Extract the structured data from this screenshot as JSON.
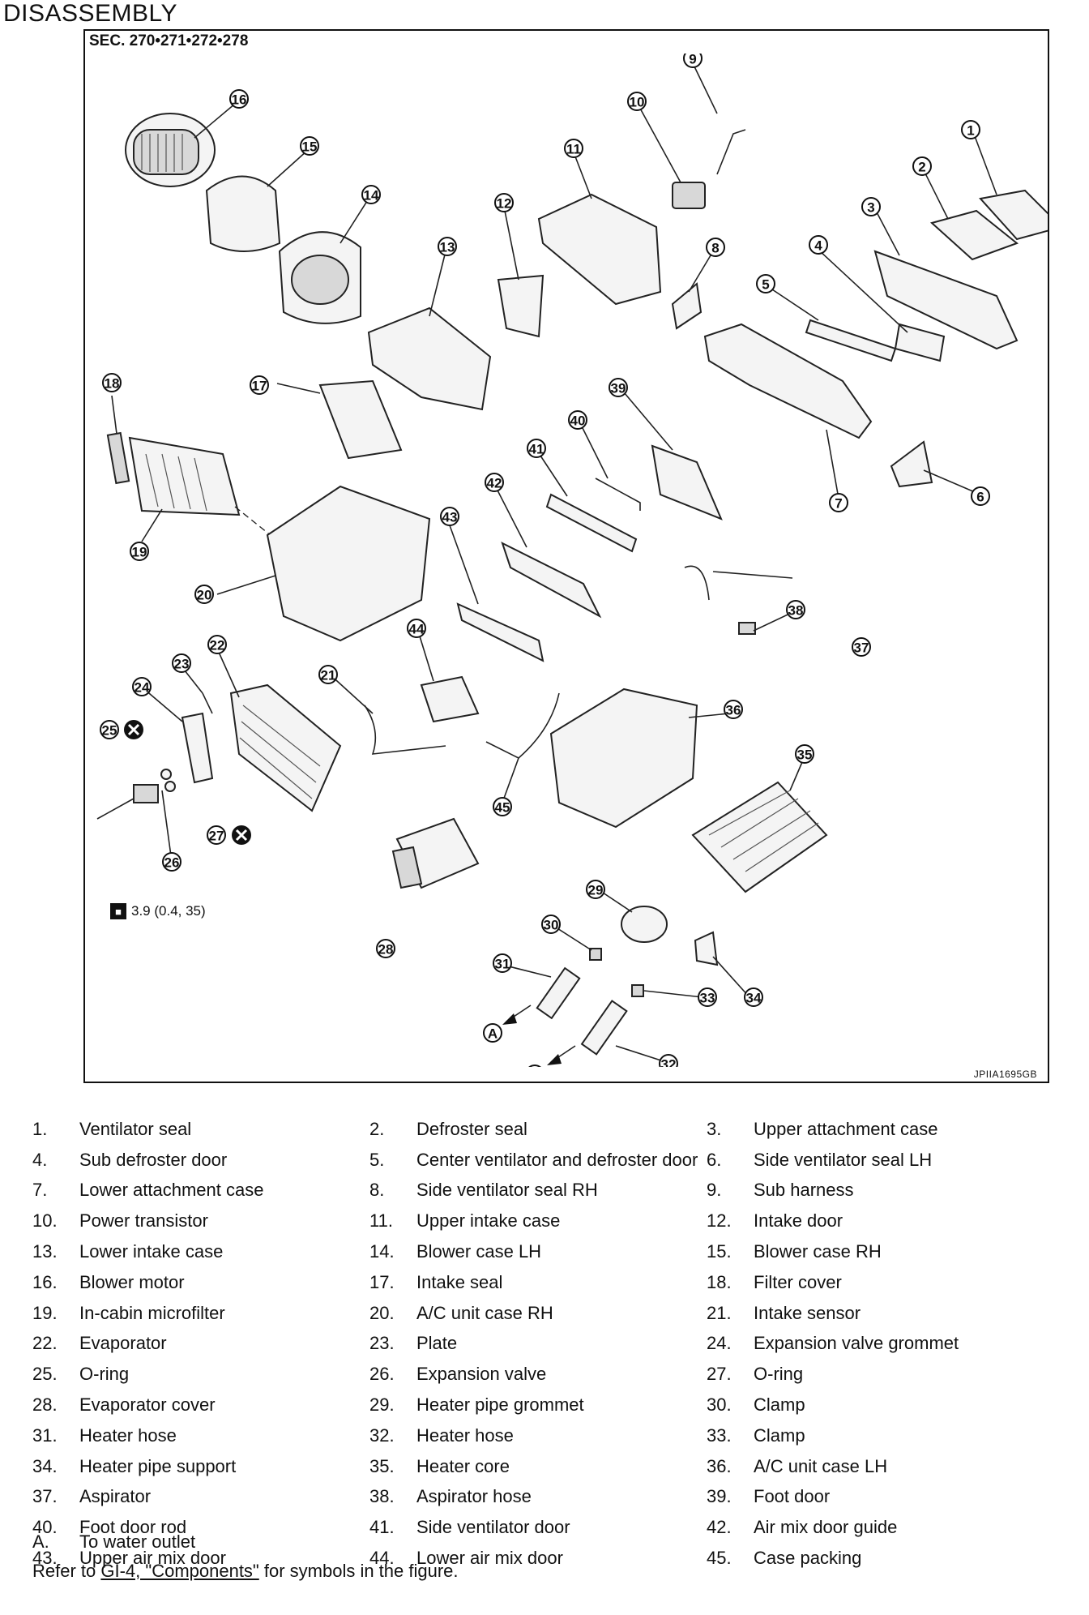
{
  "heading": "DISASSEMBLY",
  "section": "SEC. 270•271•272•278",
  "figure_id": "JPIIA1695GB",
  "torque_spec": "3.9 (0.4, 35)",
  "outlet_marker": "A",
  "parts": [
    {
      "num": "1.",
      "name": "Ventilator seal"
    },
    {
      "num": "2.",
      "name": "Defroster seal"
    },
    {
      "num": "3.",
      "name": "Upper attachment case"
    },
    {
      "num": "4.",
      "name": "Sub defroster door"
    },
    {
      "num": "5.",
      "name": "Center ventilator and defroster door"
    },
    {
      "num": "6.",
      "name": "Side ventilator seal LH"
    },
    {
      "num": "7.",
      "name": "Lower attachment case"
    },
    {
      "num": "8.",
      "name": "Side ventilator seal RH"
    },
    {
      "num": "9.",
      "name": "Sub harness"
    },
    {
      "num": "10.",
      "name": "Power transistor"
    },
    {
      "num": "11.",
      "name": "Upper intake case"
    },
    {
      "num": "12.",
      "name": "Intake door"
    },
    {
      "num": "13.",
      "name": "Lower intake case"
    },
    {
      "num": "14.",
      "name": "Blower case LH"
    },
    {
      "num": "15.",
      "name": "Blower case RH"
    },
    {
      "num": "16.",
      "name": "Blower motor"
    },
    {
      "num": "17.",
      "name": "Intake seal"
    },
    {
      "num": "18.",
      "name": "Filter cover"
    },
    {
      "num": "19.",
      "name": "In-cabin microfilter"
    },
    {
      "num": "20.",
      "name": "A/C unit case RH"
    },
    {
      "num": "21.",
      "name": "Intake sensor"
    },
    {
      "num": "22.",
      "name": "Evaporator"
    },
    {
      "num": "23.",
      "name": "Plate"
    },
    {
      "num": "24.",
      "name": "Expansion valve grommet"
    },
    {
      "num": "25.",
      "name": "O-ring"
    },
    {
      "num": "26.",
      "name": "Expansion valve"
    },
    {
      "num": "27.",
      "name": "O-ring"
    },
    {
      "num": "28.",
      "name": "Evaporator cover"
    },
    {
      "num": "29.",
      "name": "Heater pipe grommet"
    },
    {
      "num": "30.",
      "name": "Clamp"
    },
    {
      "num": "31.",
      "name": "Heater hose"
    },
    {
      "num": "32.",
      "name": "Heater hose"
    },
    {
      "num": "33.",
      "name": "Clamp"
    },
    {
      "num": "34.",
      "name": "Heater pipe support"
    },
    {
      "num": "35.",
      "name": "Heater core"
    },
    {
      "num": "36.",
      "name": "A/C unit case LH"
    },
    {
      "num": "37.",
      "name": "Aspirator"
    },
    {
      "num": "38.",
      "name": "Aspirator hose"
    },
    {
      "num": "39.",
      "name": "Foot door"
    },
    {
      "num": "40.",
      "name": "Foot door rod"
    },
    {
      "num": "41.",
      "name": "Side ventilator door"
    },
    {
      "num": "42.",
      "name": "Air mix door guide"
    },
    {
      "num": "43.",
      "name": "Upper air mix door"
    },
    {
      "num": "44.",
      "name": "Lower air mix door"
    },
    {
      "num": "45.",
      "name": "Case packing"
    }
  ],
  "note_a": {
    "label": "A.",
    "text": "To water outlet"
  },
  "refer": {
    "prefix": "Refer to ",
    "link": "GI-4, \"Components\"",
    "suffix": " for symbols in the figure."
  }
}
